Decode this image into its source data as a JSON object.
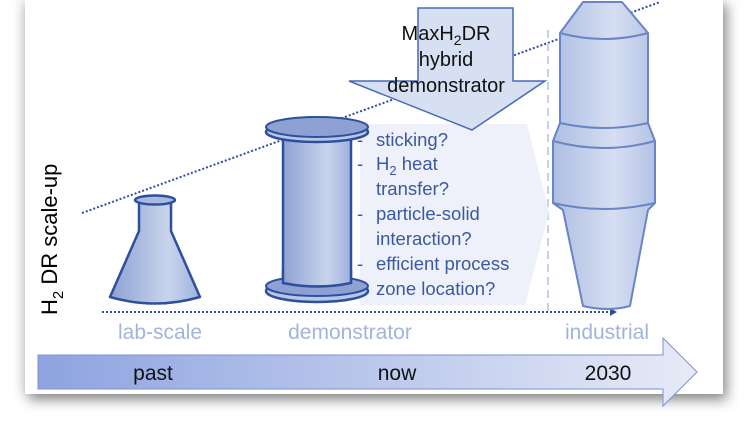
{
  "axis": {
    "y_label_main": "H",
    "y_label_sub": "2",
    "y_label_rest": " DR scale-up"
  },
  "stages": [
    {
      "label": "lab-scale"
    },
    {
      "label": "demonstrator"
    },
    {
      "label": "industrial"
    }
  ],
  "timeline": {
    "labels": [
      "past",
      "now",
      "2030"
    ]
  },
  "callout": {
    "line1_pre": "Max",
    "line1_h": "H",
    "line1_sub": "2",
    "line1_post": "DR",
    "line2": "hybrid",
    "line3": "demonstrator"
  },
  "questions": [
    {
      "bullet": "-",
      "lines": [
        "sticking?"
      ]
    },
    {
      "bullet": "-",
      "lines": [
        "H₂ heat",
        "transfer?"
      ],
      "sub_first": true
    },
    {
      "bullet": "-",
      "lines": [
        "particle-solid",
        "interaction?"
      ]
    },
    {
      "bullet": "-",
      "lines": [
        "efficient process",
        "zone location?"
      ]
    }
  ],
  "colors": {
    "outline": "#2d4f9e",
    "fill_dark": "#8fa3d4",
    "fill_light": "#c8d3ec",
    "question_bg": "#eef1fa",
    "stage_text": "#a3b4dc",
    "timeline_start": "#8ea3e0",
    "timeline_end": "#e3e8f6"
  }
}
